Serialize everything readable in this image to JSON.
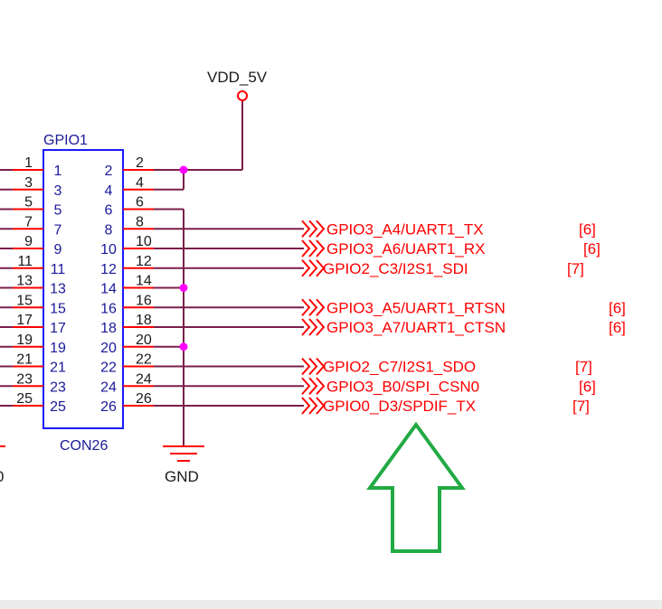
{
  "power_label": "VDD_5V",
  "ground_label": "GND",
  "connector": {
    "ref": "GPIO1",
    "value": "CON26",
    "left_pins": [
      "1",
      "3",
      "5",
      "7",
      "9",
      "11",
      "13",
      "15",
      "17",
      "19",
      "21",
      "23",
      "25"
    ],
    "right_pins": [
      "2",
      "4",
      "6",
      "8",
      "10",
      "12",
      "14",
      "16",
      "18",
      "20",
      "22",
      "24",
      "26"
    ]
  },
  "left_net_labels": [
    "1",
    "3",
    "5",
    "7",
    "9",
    "11",
    "13",
    "15",
    "17",
    "19",
    "21",
    "23",
    "25"
  ],
  "right_net_labels": [
    "2",
    "4",
    "6",
    "8",
    "10",
    "12",
    "14",
    "16",
    "18",
    "20",
    "22",
    "24",
    "26"
  ],
  "off_page": [
    {
      "pin": "8",
      "signal": "GPIO3_A4/UART1_TX",
      "ref": "[6]"
    },
    {
      "pin": "10",
      "signal": "GPIO3_A6/UART1_RX",
      "ref": "[6]"
    },
    {
      "pin": "12",
      "signal": "GPIO2_C3/I2S1_SDI",
      "ref": "[7]"
    },
    {
      "pin": "16",
      "signal": "GPIO3_A5/UART1_RTSN",
      "ref": "[6]"
    },
    {
      "pin": "18",
      "signal": "GPIO3_A7/UART1_CTSN",
      "ref": "[6]"
    },
    {
      "pin": "22",
      "signal": "GPIO2_C7/I2S1_SDO",
      "ref": "[7]"
    },
    {
      "pin": "24",
      "signal": "GPIO3_B0/SPI_CSN0",
      "ref": "[6]"
    },
    {
      "pin": "26",
      "signal": "GPIO0_D3/SPDIF_TX",
      "ref": "[7]"
    }
  ],
  "colors": {
    "wire": "#7a1f4a",
    "pin": "#ff0000",
    "body": "#1a1aff",
    "junction": "#ff00ff",
    "label_red": "#ff0000",
    "arrow": "#22aa44",
    "text_dark": "#1a1a1a",
    "text_blue": "#1a1a99"
  },
  "icons": {
    "power": "power-port-circle-icon",
    "ground": "ground-symbol-icon",
    "arrow": "up-arrow-outline-icon"
  },
  "edge_fragment": "0"
}
